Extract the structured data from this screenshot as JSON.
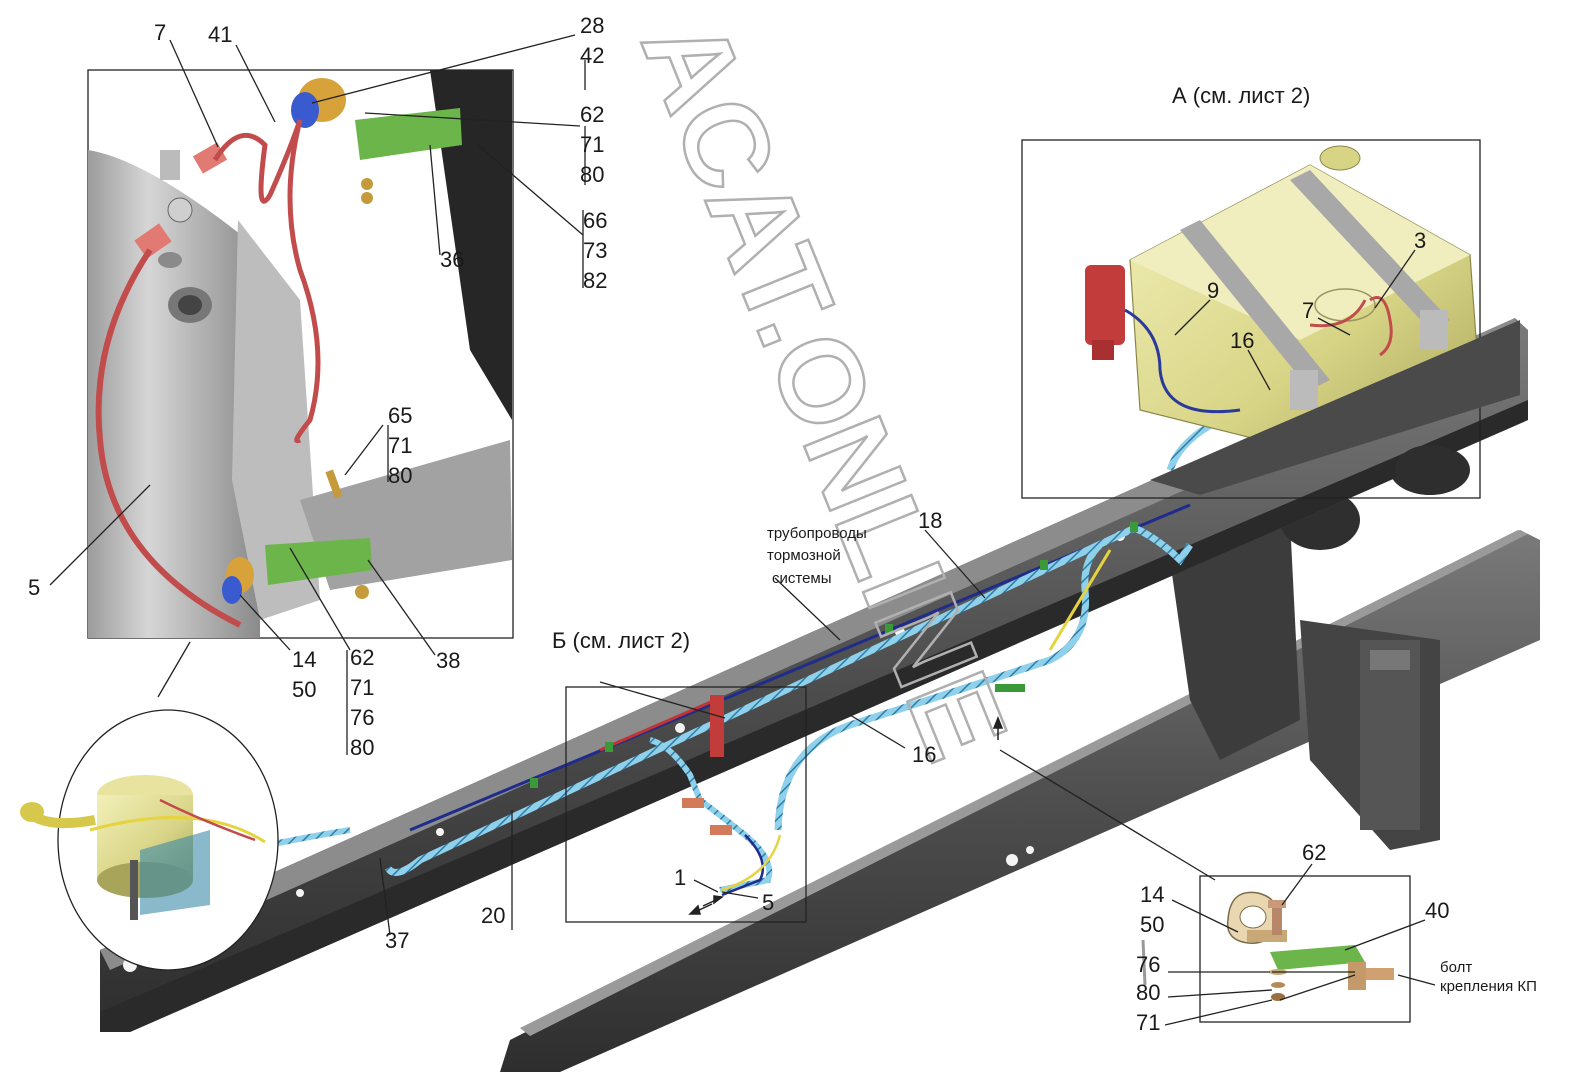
{
  "watermark": "ACAT.ONLINE",
  "views": {
    "view_a_title": "А (см. лист 2)",
    "view_b_title": "Б (см. лист 2)"
  },
  "annotations": {
    "brake_lines": [
      "трубопроводы",
      "тормозной",
      "системы"
    ],
    "gearbox_bolt": [
      "болт",
      "крепления КП"
    ]
  },
  "callouts": {
    "inset_top_left": {
      "l7": "7",
      "l41": "41",
      "l28": "28",
      "l42": "42",
      "l62": "62",
      "l71": "71",
      "l80": "80",
      "l66": "66",
      "l73": "73",
      "l82": "82",
      "l36": "36",
      "l65": "65",
      "l71b": "71",
      "l80b": "80",
      "l5": "5",
      "l14": "14",
      "l50": "50",
      "l62b": "62",
      "l71c": "71",
      "l76": "76",
      "l80c": "80",
      "l38": "38"
    },
    "view_a": {
      "l9": "9",
      "l3": "3",
      "l7": "7",
      "l16": "16"
    },
    "main": {
      "l18": "18",
      "l16": "16",
      "l20": "20",
      "l37": "37",
      "l1": "1",
      "l5": "5"
    },
    "detail_br": {
      "l62": "62",
      "l14": "14",
      "l50": "50",
      "l40": "40",
      "l76": "76",
      "l80": "80",
      "l71": "71"
    }
  }
}
